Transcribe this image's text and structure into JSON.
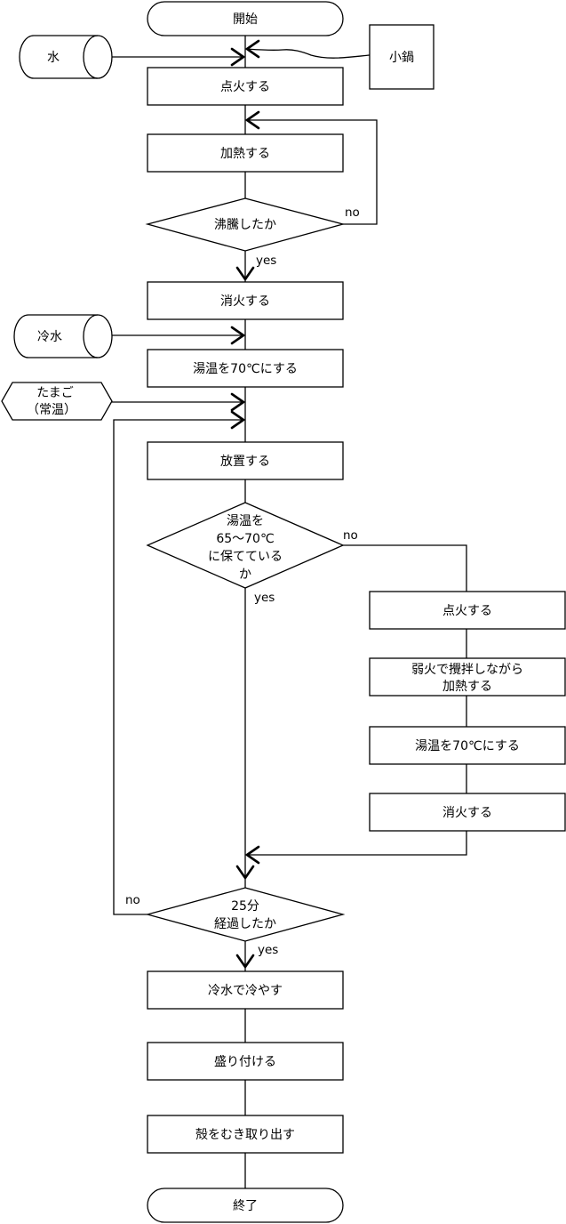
{
  "flowchart": {
    "start": "開始",
    "end": "終了",
    "inputs": {
      "water": "水",
      "small_pot": "小鍋",
      "cold_water": "冷水",
      "eggs_line1": "たまご",
      "eggs_line2": "（常温）"
    },
    "steps": {
      "ignite": "点火する",
      "heat": "加熱する",
      "boil_check": "沸騰したか",
      "extinguish": "消火する",
      "set_temp": "湯温を70℃にする",
      "leave": "放置する",
      "temp_check_line1": "湯温を",
      "temp_check_line2": "65～70℃",
      "temp_check_line3": "に保てている",
      "temp_check_line4": "か",
      "re_ignite": "点火する",
      "stir_heat_line1": "弱火で攪拌しながら",
      "stir_heat_line2": "加熱する",
      "re_set_temp": "湯温を70℃にする",
      "re_extinguish": "消火する",
      "time_check_line1": "25分",
      "time_check_line2": "経過したか",
      "cool": "冷水で冷やす",
      "serve": "盛り付ける",
      "peel": "殻をむき取り出す"
    },
    "edge_labels": {
      "boil_no": "no",
      "boil_yes": "yes",
      "temp_no": "no",
      "temp_yes": "yes",
      "time_no": "no",
      "time_yes": "yes"
    }
  }
}
